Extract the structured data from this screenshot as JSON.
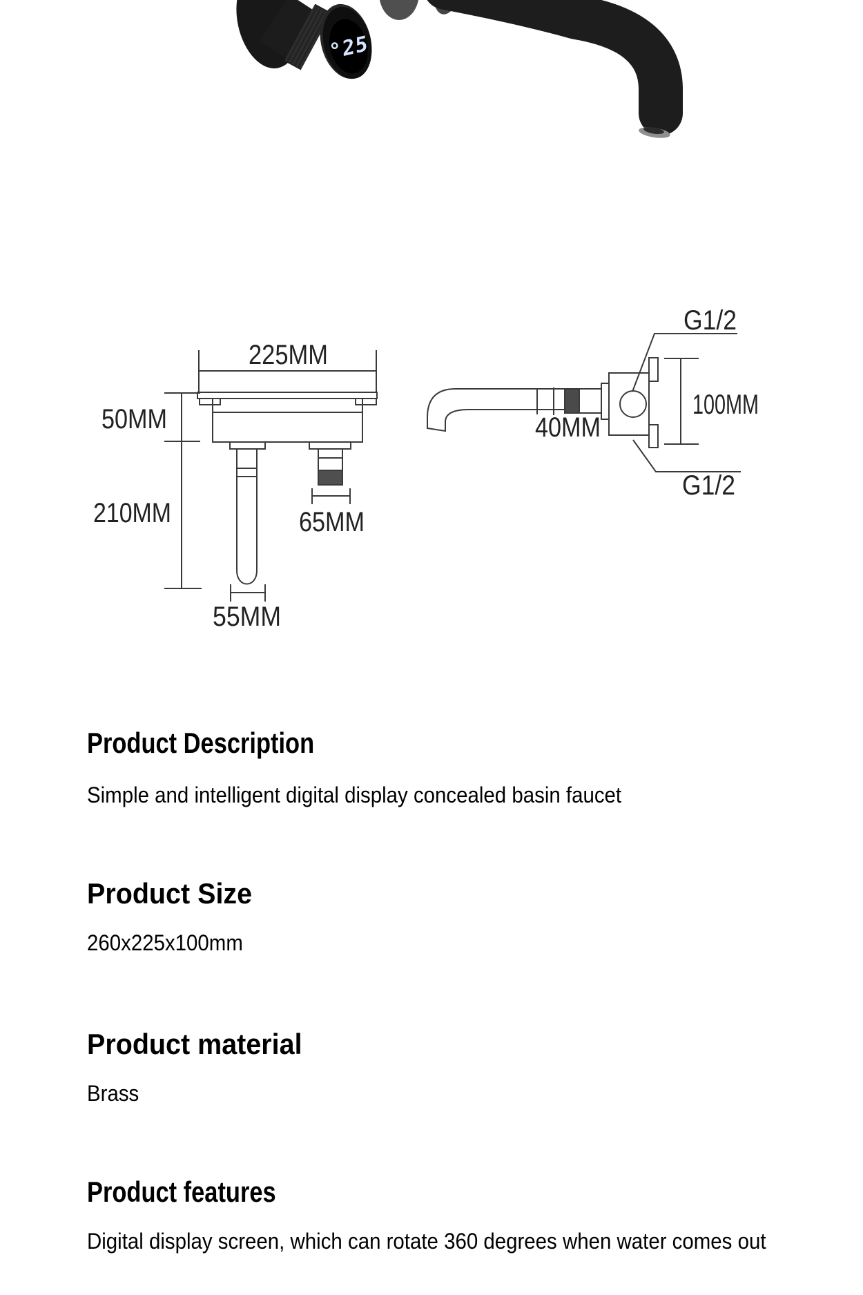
{
  "photo": {
    "temperature_display": "°25"
  },
  "diagram": {
    "front_view": {
      "width": "225MM",
      "body_height": "50MM",
      "inlet_pipe_length": "210MM",
      "valve_stub_width": "65MM",
      "pipe_tail_width": "55MM"
    },
    "side_view": {
      "wall_depth": "40MM",
      "plate_height": "100MM",
      "top_thread": "G1/2",
      "bottom_thread": "G1/2"
    }
  },
  "sections": [
    {
      "heading": "Product Description",
      "body": "Simple and intelligent digital display concealed basin faucet"
    },
    {
      "heading": "Product Size",
      "body": "260x225x100mm"
    },
    {
      "heading": "Product material",
      "body": "Brass"
    },
    {
      "heading": "Product features",
      "body": "Digital display screen, which can rotate 360 degrees when water comes out"
    }
  ]
}
